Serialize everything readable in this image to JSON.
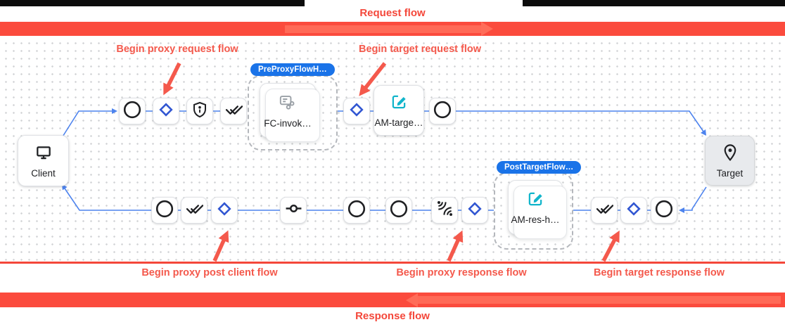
{
  "banner": {
    "request_flow": "Request flow",
    "response_flow": "Response flow"
  },
  "annotations": {
    "proxy_request": "Begin proxy request flow",
    "target_request": "Begin target request flow",
    "proxy_post_client": "Begin proxy post client flow",
    "proxy_response": "Begin proxy response flow",
    "target_response": "Begin target response flow"
  },
  "diagram": {
    "client": {
      "label": "Client",
      "icon": "monitor-icon"
    },
    "target": {
      "label": "Target",
      "icon": "location-pin-icon"
    },
    "pre_proxy_group": {
      "badge": "PreProxyFlowH…",
      "node_label": "FC-invok…",
      "node_icon": "flow-callout-icon"
    },
    "am_target_node": {
      "label": "AM-targe…",
      "icon": "edit-square-icon"
    },
    "post_target_group": {
      "badge": "PostTargetFlow…",
      "node_label": "AM-res-h…",
      "node_icon": "edit-square-icon"
    },
    "request_path_icons": [
      "circle-icon",
      "diamond-icon",
      "shield-icon",
      "double-check-icon",
      "diamond-icon",
      "circle-icon"
    ],
    "response_path_icons": [
      "circle-icon",
      "double-check-icon",
      "diamond-icon",
      "commit-icon",
      "circle-icon",
      "circle-icon",
      "signal-waves-icon",
      "diamond-icon",
      "double-check-icon",
      "diamond-icon",
      "circle-icon"
    ]
  },
  "colors": {
    "annotation_red": "#f4594c",
    "bar_red": "#fb4b3d",
    "bar_arrow_red": "#ff6d59",
    "badge_blue": "#1a73e8",
    "diamond_blue": "#3156d2",
    "connector_blue": "#4d83ee",
    "teal_icon": "#12b5cb",
    "target_fill": "#e8eaed"
  }
}
